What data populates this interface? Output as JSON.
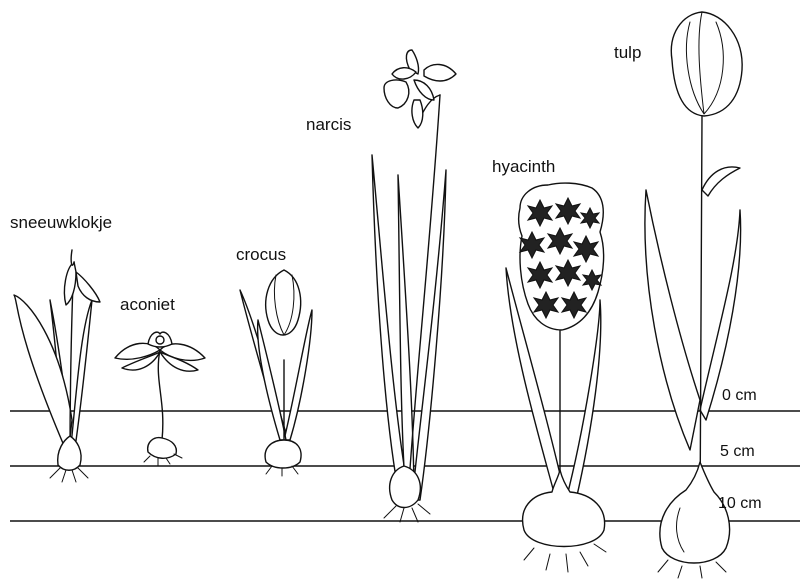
{
  "plants": [
    {
      "id": "snowdrop",
      "label": "sneeuwklokje"
    },
    {
      "id": "aconite",
      "label": "aconiet"
    },
    {
      "id": "crocus",
      "label": "crocus"
    },
    {
      "id": "daffodil",
      "label": "narcis"
    },
    {
      "id": "hyacinth",
      "label": "hyacinth"
    },
    {
      "id": "tulip",
      "label": "tulp"
    }
  ],
  "depth_levels": [
    {
      "label": "0 cm"
    },
    {
      "label": "5 cm"
    },
    {
      "label": "10 cm"
    }
  ]
}
